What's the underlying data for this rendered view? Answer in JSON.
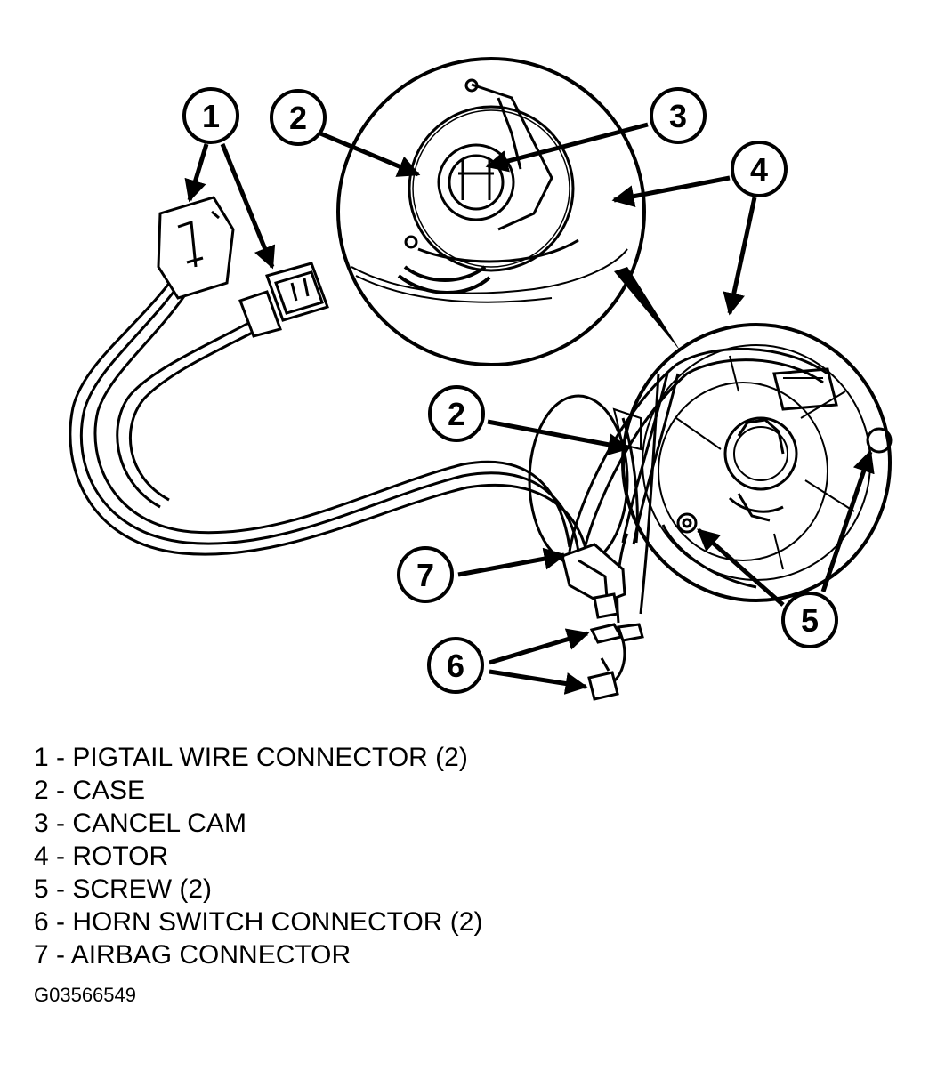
{
  "callouts": [
    {
      "id": "c1",
      "number": "1"
    },
    {
      "id": "c2a",
      "number": "2"
    },
    {
      "id": "c3",
      "number": "3"
    },
    {
      "id": "c4",
      "number": "4"
    },
    {
      "id": "c2b",
      "number": "2"
    },
    {
      "id": "c7",
      "number": "7"
    },
    {
      "id": "c6",
      "number": "6"
    },
    {
      "id": "c5",
      "number": "5"
    }
  ],
  "legend": [
    {
      "label": "1 - PIGTAIL WIRE CONNECTOR (2)"
    },
    {
      "label": "2 - CASE"
    },
    {
      "label": "3 - CANCEL CAM"
    },
    {
      "label": "4 - ROTOR"
    },
    {
      "label": "5 - SCREW (2)"
    },
    {
      "label": "6 - HORN SWITCH CONNECTOR (2)"
    },
    {
      "label": "7 - AIRBAG CONNECTOR"
    }
  ],
  "figure_code": "G03566549"
}
